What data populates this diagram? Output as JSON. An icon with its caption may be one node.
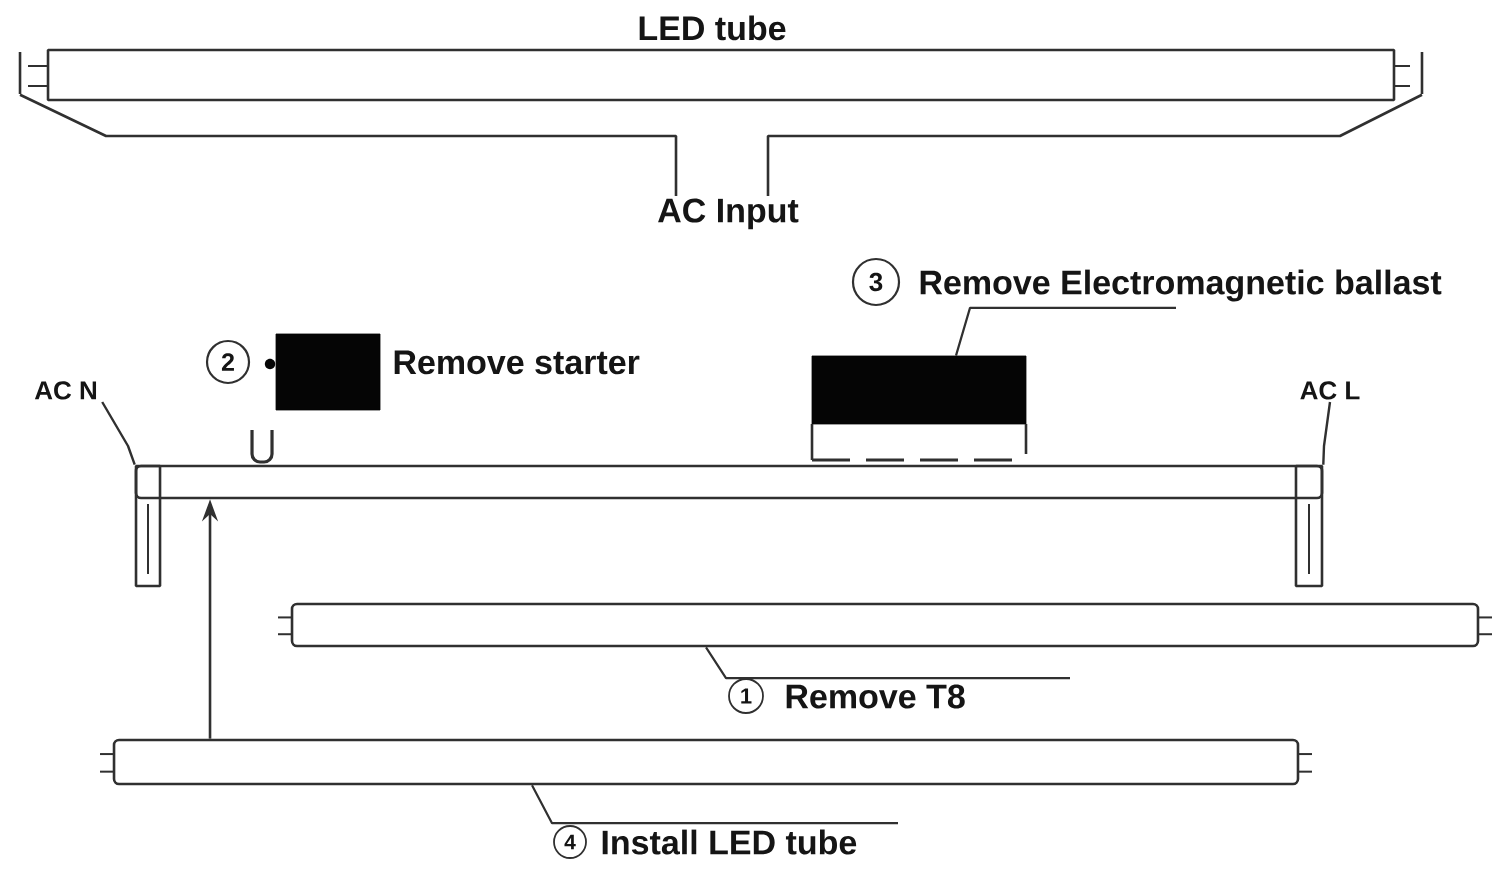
{
  "diagram": {
    "nodes": [
      {
        "text": [
          "LED tube"
        ]
      },
      {
        "text": [
          "AC Input"
        ]
      },
      {
        "text": [
          "3"
        ]
      },
      {
        "text": [
          "Remove Electromagnetic ballast"
        ]
      },
      {
        "text": [
          "2"
        ]
      },
      {
        "text": [],
        "shape": "box",
        "beside": [
          "Remove starter"
        ]
      },
      {
        "text": [],
        "shape": "box"
      },
      {
        "text": [
          "AC N"
        ]
      },
      {
        "text": [
          "AC L"
        ]
      },
      {
        "text": [],
        "shape": "bar"
      },
      {
        "text": [],
        "shape": "bar"
      },
      {
        "text": [
          "1"
        ]
      },
      {
        "text": [
          "Remove T8"
        ]
      },
      {
        "text": [],
        "shape": "bar"
      },
      {
        "text": [
          "4"
        ]
      },
      {
        "text": [
          "Install LED tube"
        ]
      }
    ],
    "edges": [
      {
        "from": 0,
        "to": 1,
        "arrow": "none"
      },
      {
        "from": 0,
        "to": 1,
        "arrow": "none"
      },
      {
        "from": 3,
        "to": 6,
        "arrow": "none"
      },
      {
        "from": 7,
        "to": 9,
        "arrow": "none"
      },
      {
        "from": 8,
        "to": 9,
        "arrow": "none"
      },
      {
        "from": 12,
        "to": 10,
        "arrow": "none"
      },
      {
        "from": 13,
        "to": 9,
        "arrow": "to"
      },
      {
        "from": 15,
        "to": 13,
        "arrow": "none"
      }
    ]
  }
}
